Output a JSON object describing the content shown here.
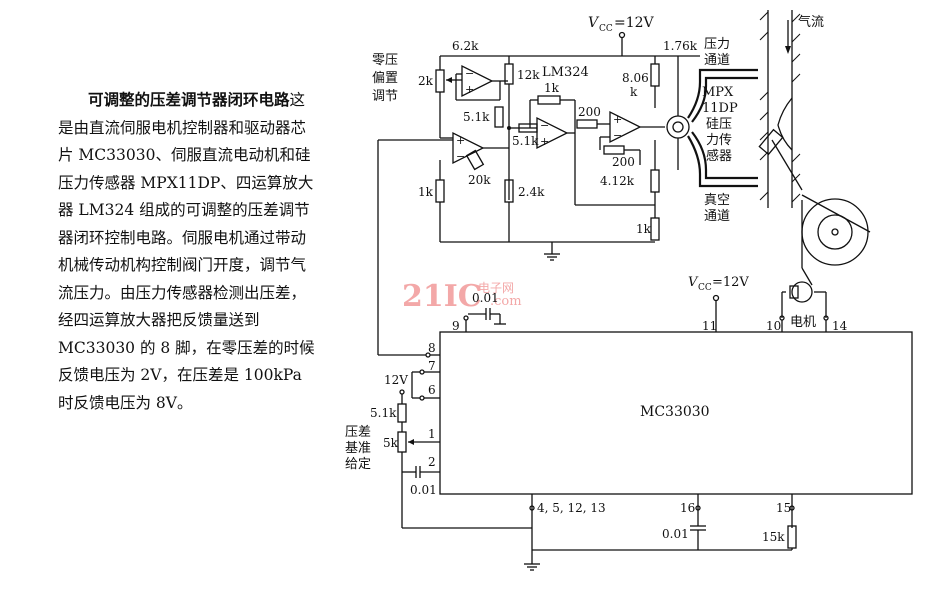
{
  "description": {
    "title": "可调整的压差调节器闭环电路",
    "body": "这是由直流伺服电机控制器和驱动器芯片 MC33030、伺服直流电动机和硅压力传感器 MPX11DP、四运算放大器 LM324 组成的可调整的压差调节器闭环控制电路。伺服电机通过带动机械传动机构控制阀门开度，调节气流压力。由压力传感器检测出压差，经四运算放大器把反馈量送到 MC33030 的 8 脚，在零压差的时候反馈电压为 2V，在压差是 100kPa 时反馈电压为 8V。"
  },
  "watermark": {
    "text": "21IC",
    "subtext": "电子网",
    "url": ".com"
  },
  "circuit": {
    "vcc_top_v": "V",
    "vcc_top_sub": "CC",
    "vcc_top_val": "=12V",
    "vcc_mid_v": "V",
    "vcc_mid_sub": "CC",
    "vcc_mid_val": "=12V",
    "opamp_label": "LM324",
    "zero_offset_label": [
      "零压",
      "偏置",
      "调节"
    ],
    "sensor_label": [
      "MPX",
      "11DP",
      "硅压",
      "力传",
      "感器"
    ],
    "pressure_channel": [
      "压力",
      "通道"
    ],
    "vacuum_channel": [
      "真空",
      "通道"
    ],
    "airflow_label": "气流",
    "motor_label": "电机",
    "ic_label": "MC33030",
    "setpoint_label": [
      "压差",
      "基准",
      "给定"
    ],
    "supply_12v": "12V",
    "resistors": {
      "r_6_2k": "6.2k",
      "r_2k": "2k",
      "r_12k": "12k",
      "r_5_1k_a": "5.1k",
      "r_5_1k_b": "5.1k",
      "r_1k_a": "1k",
      "r_20k": "20k",
      "r_2_4k": "2.4k",
      "r_1k_b": "1k",
      "r_200_a": "200",
      "r_200_b": "200",
      "r_1_76k": "1.76k",
      "r_8_06k": "8.06",
      "r_8_06k_unit": "k",
      "r_4_12k": "4.12k",
      "r_1k_c": "1k",
      "r_5_1k_c": "5.1k",
      "r_5k": "5k",
      "r_15k": "15k"
    },
    "capacitors": {
      "c_top": "0.01",
      "c_pin2": "0.01",
      "c_pin16": "0.01"
    },
    "pins": {
      "p9": "9",
      "p11": "11",
      "p10": "10",
      "p14": "14",
      "p8": "8",
      "p7": "7",
      "p6": "6",
      "p1": "1",
      "p2": "2",
      "p_gnd": "4, 5, 12, 13",
      "p16": "16",
      "p15": "15"
    }
  }
}
